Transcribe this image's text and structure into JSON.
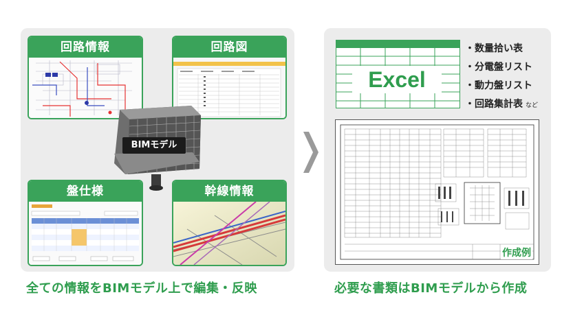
{
  "left": {
    "cards": {
      "circuit_info": "回路情報",
      "circuit_diagram": "回路図",
      "panel_spec": "盤仕様",
      "trunk_info": "幹線情報"
    },
    "center_label": "BIMモデル",
    "caption": "全ての情報をBIMモデル上で編集・反映"
  },
  "right": {
    "excel_label": "Excel",
    "documents": [
      "・数量拾い表",
      "・分電盤リスト",
      "・動力盤リスト",
      "・回路集計表"
    ],
    "documents_suffix": "など",
    "example_label": "作成例",
    "caption": "必要な書類はBIMモデルから作成"
  },
  "colors": {
    "green": "#3aa35a",
    "caption_green": "#2f9d4e",
    "panel_bg": "#ececec",
    "arrow": "#9a9a9a"
  }
}
